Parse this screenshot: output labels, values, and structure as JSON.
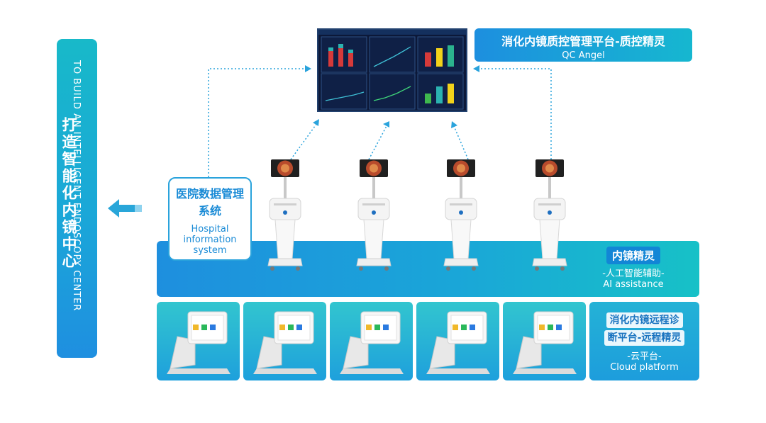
{
  "left_banner": {
    "en": "TO BUILD AN INTELLIGENT ENDOSCOPY CENTER",
    "cn": "打造智能化内镜中心"
  },
  "qc_platform": {
    "cn": "消化内镜质控管理平台-质控精灵",
    "en": "QC Angel"
  },
  "his": {
    "cn": "医院数据管理系统",
    "en": "Hospital information system"
  },
  "ai": {
    "cn": "内镜精灵",
    "sub": "-人工智能辅助-",
    "en": "AI assistance"
  },
  "cloud": {
    "cn_line1": "消化内镜远程诊",
    "cn_line2": "断平台-远程精灵",
    "sub": "-云平台-",
    "en": "Cloud platform"
  },
  "icons": {
    "arrow": "left-arrow-icon",
    "cart": "endoscopy-cart-icon",
    "terminal": "touch-terminal-icon"
  },
  "colors": {
    "primary_blue": "#1e8fde",
    "teal": "#17c1c7",
    "dark_text_blue": "#1a8bd6",
    "dashboard_bg": "#0c1838"
  }
}
